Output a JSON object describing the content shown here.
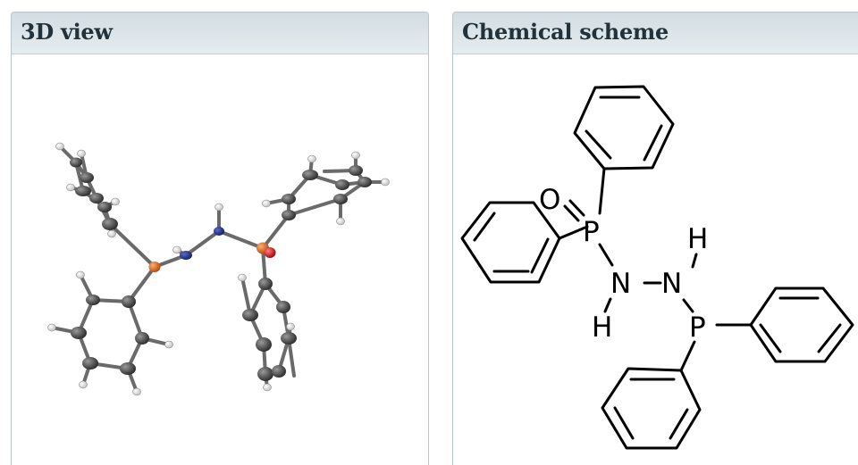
{
  "panels": {
    "view3d": {
      "title": "3D view"
    },
    "scheme": {
      "title": "Chemical scheme"
    }
  },
  "scheme": {
    "atoms": {
      "O": "O",
      "P": "P",
      "N": "N",
      "H": "H"
    }
  },
  "colors": {
    "header_bg": "#dbe4e8",
    "panel_border": "#b9c6cf",
    "carbon": "#5a5a5a",
    "hydrogen": "#e8e8e8",
    "nitrogen": "#2b3a8c",
    "phosphorus": "#e8661a",
    "oxygen": "#e01414",
    "bond_3d": "#6a6a6a",
    "bond_2d": "#000000"
  }
}
